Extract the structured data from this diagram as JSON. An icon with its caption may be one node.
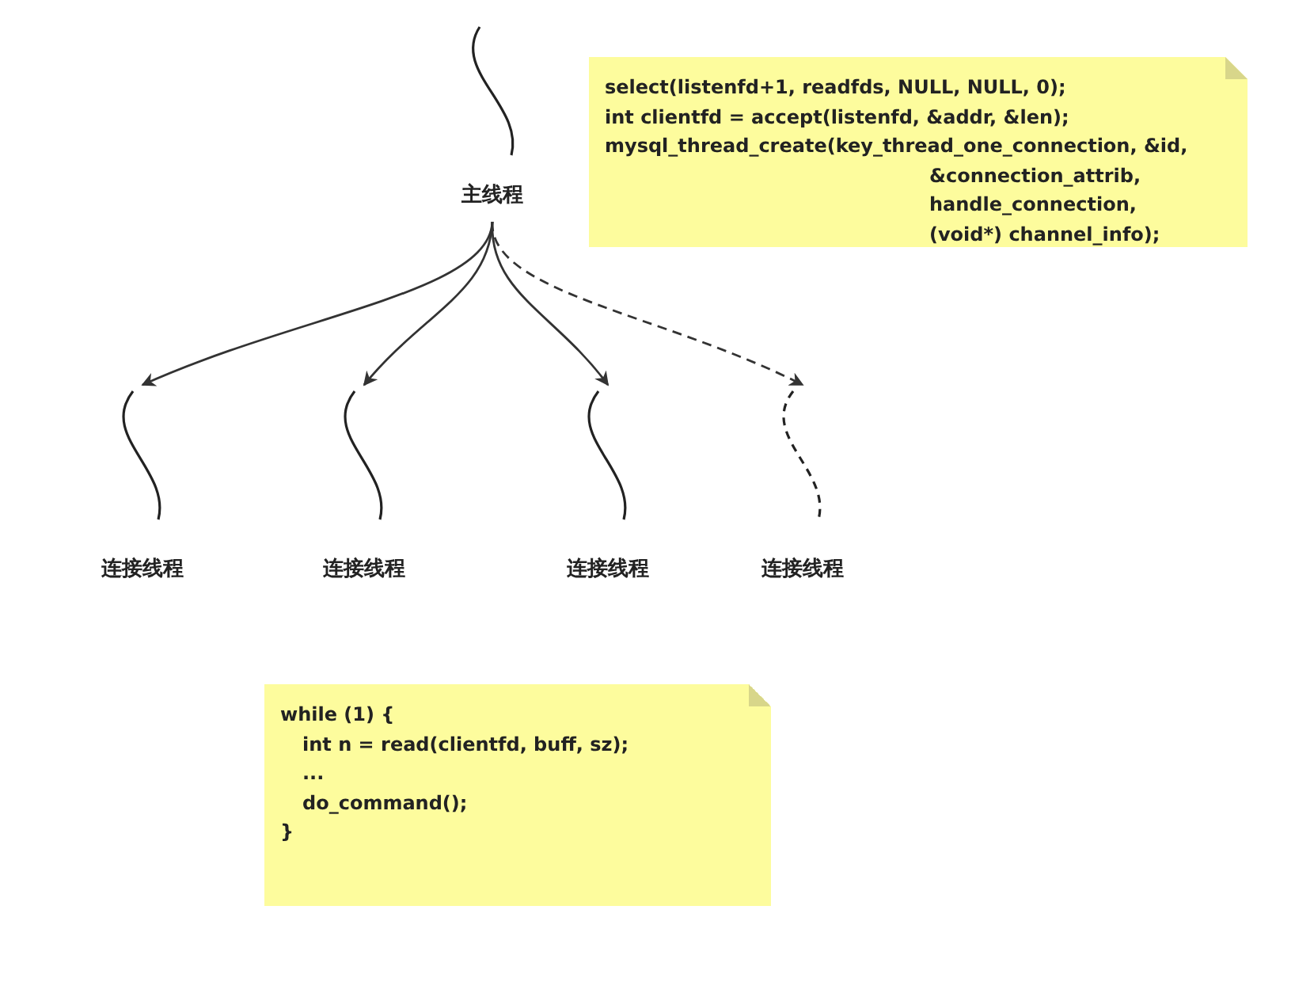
{
  "diagram": {
    "nodes": [
      {
        "text": [
          "主线程"
        ]
      },
      {
        "text": [
          "连接线程"
        ]
      },
      {
        "text": [
          "连接线程"
        ]
      },
      {
        "text": [
          "连接线程"
        ]
      },
      {
        "text": [
          "连接线程"
        ]
      },
      {
        "text": [
          "select(listenfd+1, readfds, NULL, NULL, 0);",
          "int clientfd = accept(listenfd, &addr, &len);",
          "mysql_thread_create(key_thread_one_connection, &id,",
          "&connection_attrib,",
          "handle_connection,",
          "(void*) channel_info);"
        ]
      },
      {
        "text": [
          "while (1) {",
          "int n = read(clientfd, buff, sz);",
          "...",
          "do_command();",
          "}"
        ]
      }
    ],
    "edges": [
      {
        "from": 0,
        "to": 1,
        "arrow": "to"
      },
      {
        "from": 0,
        "to": 2,
        "arrow": "to"
      },
      {
        "from": 0,
        "to": 3,
        "arrow": "to"
      },
      {
        "from": 0,
        "to": 4,
        "arrow": "to",
        "style": "dashed"
      }
    ]
  }
}
